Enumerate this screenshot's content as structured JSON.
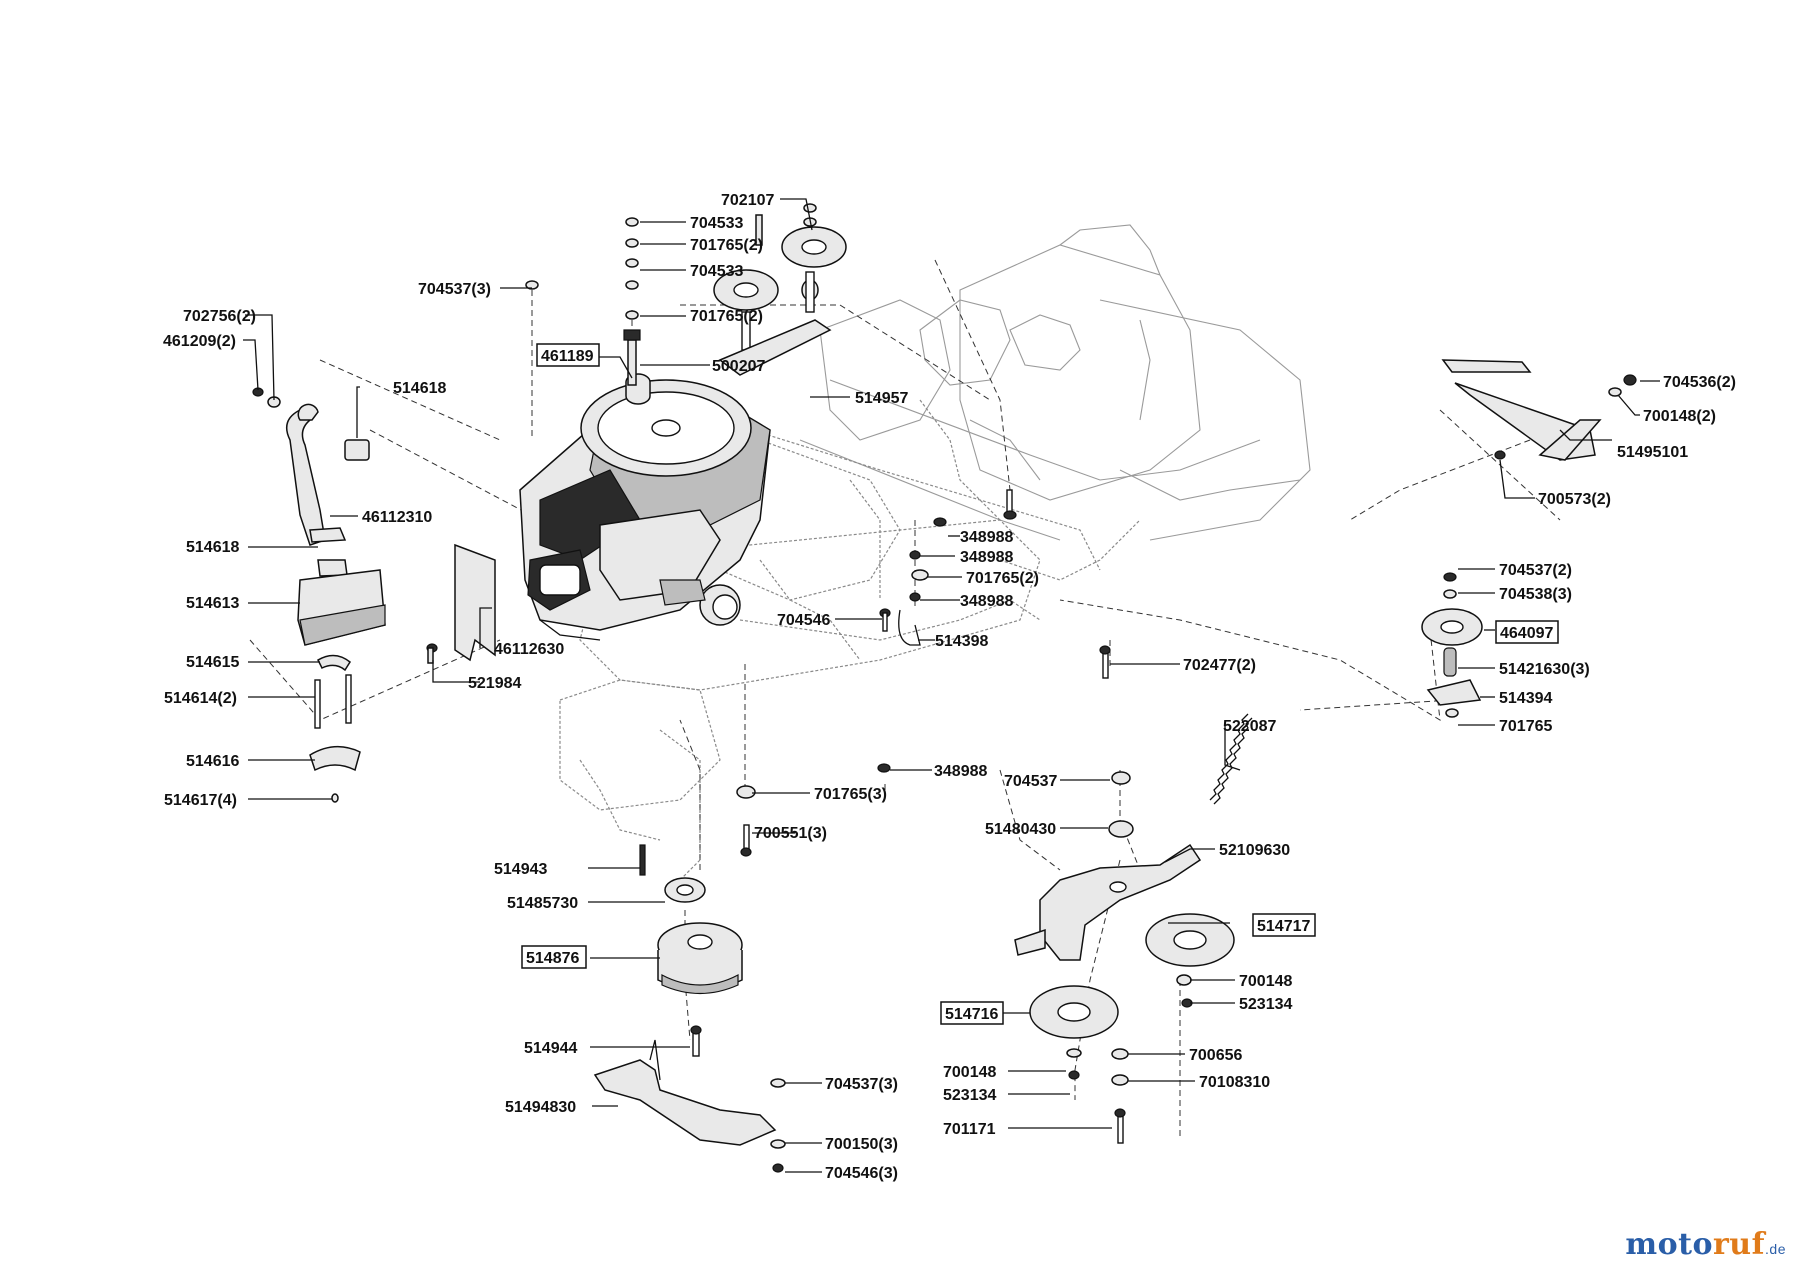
{
  "labels": {
    "l702107": "702107",
    "l704533a": "704533",
    "l701765_2a": "701765(2)",
    "l704533b": "704533",
    "l701765_2b": "701765(2)",
    "l500207": "500207",
    "l514957": "514957",
    "l704537_3a": "704537(3)",
    "l461189": "461189",
    "l702756_2": "702756(2)",
    "l461209_2": "461209(2)",
    "l514618a": "514618",
    "l46112310": "46112310",
    "l514618b": "514618",
    "l514613": "514613",
    "l514615": "514615",
    "l514614_2": "514614(2)",
    "l514616": "514616",
    "l514617_4": "514617(4)",
    "l521984": "521984",
    "l46112630": "46112630",
    "l348988a": "348988",
    "l348988b": "348988",
    "l701765_2c": "701765(2)",
    "l348988c": "348988",
    "l704546": "704546",
    "l514398": "514398",
    "l702477_2": "702477(2)",
    "l704536_2": "704536(2)",
    "l700148_2": "700148(2)",
    "l51495101": "51495101",
    "l700573_2": "700573(2)",
    "l704537_2": "704537(2)",
    "l704538_3": "704538(3)",
    "l464097": "464097",
    "l51421630_3": "51421630(3)",
    "l514394": "514394",
    "l701765": "701765",
    "l522087": "522087",
    "l348988d": "348988",
    "l704537": "704537",
    "l701765_3": "701765(3)",
    "l700551_3": "700551(3)",
    "l51480430": "51480430",
    "l52109630": "52109630",
    "l514943": "514943",
    "l51485730": "51485730",
    "l514717": "514717",
    "l514876": "514876",
    "l700148a": "700148",
    "l523134a": "523134",
    "l514716": "514716",
    "l514944": "514944",
    "l700656": "700656",
    "l700148b": "700148",
    "l70108310": "70108310",
    "l523134b": "523134",
    "l704537_3b": "704537(3)",
    "l51494830": "51494830",
    "l700150_3": "700150(3)",
    "l701171": "701171",
    "l704546_3": "704546(3)"
  },
  "watermark": {
    "part1": "moto",
    "part2": "ruf",
    "part3": ".de"
  }
}
